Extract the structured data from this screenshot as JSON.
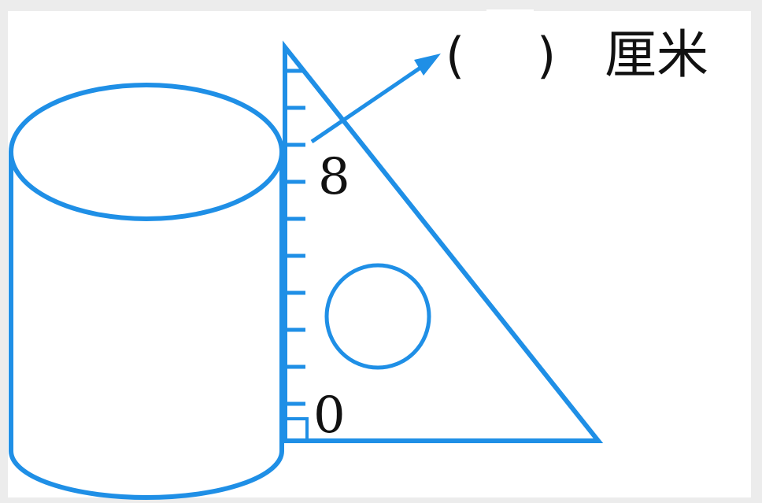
{
  "figure": {
    "label_top": "8",
    "label_bottom": "0",
    "answer_open": "(",
    "answer_close": ")",
    "answer_unit": "厘米",
    "answer_value": ""
  },
  "colors": {
    "stroke": "#1f8fe6",
    "background": "#ececec",
    "panel": "#ffffff",
    "text": "#111111"
  }
}
